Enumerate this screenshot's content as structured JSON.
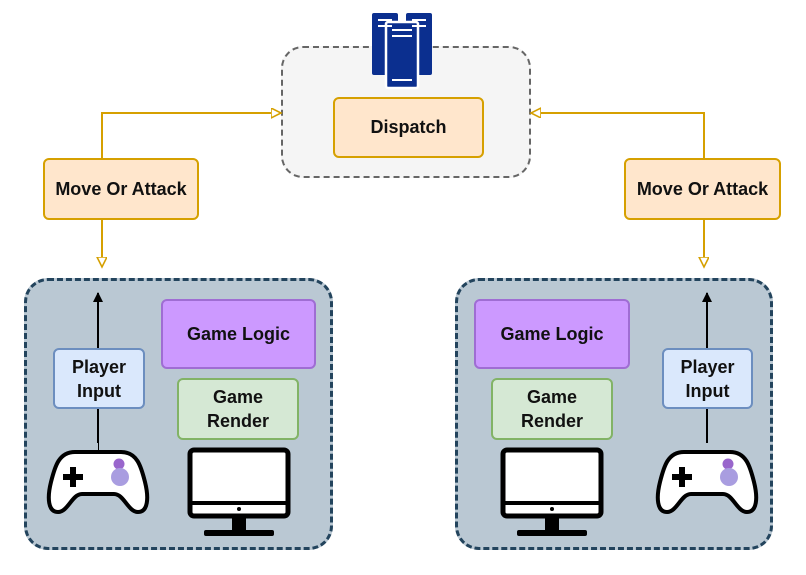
{
  "dispatch": {
    "label": "Dispatch"
  },
  "left": {
    "action_label": "Move Or Attack",
    "game_logic": "Game Logic",
    "game_render": "Game\nRender",
    "player_input": "Player\nInput"
  },
  "right": {
    "action_label": "Move Or Attack",
    "game_logic": "Game Logic",
    "game_render": "Game\nRender",
    "player_input": "Player\nInput"
  },
  "colors": {
    "arrow_orange": "#d6a000",
    "arrow_black": "#000000",
    "server_blue": "#0b2f8f",
    "cluster_fill": "#bac8d3",
    "cluster_border": "#23445d"
  },
  "icons": [
    "server-icon",
    "gamepad-icon",
    "monitor-icon"
  ]
}
